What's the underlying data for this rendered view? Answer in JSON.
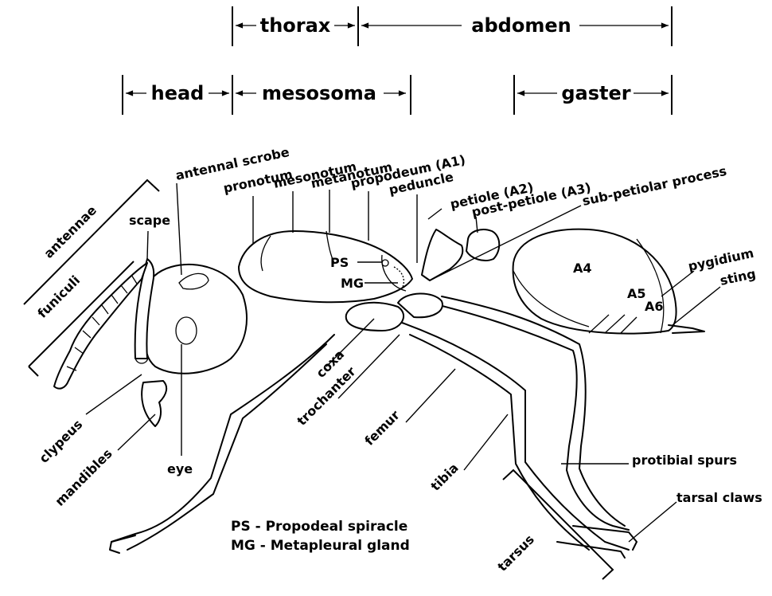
{
  "regions": {
    "thorax": "thorax",
    "abdomen": "abdomen",
    "head": "head",
    "mesosoma": "mesosoma",
    "gaster": "gaster"
  },
  "labels": {
    "antennal_scrobe": "antennal scrobe",
    "pronotum": "pronotum",
    "mesonotum": "mesonotum",
    "metanotum": "metanotum",
    "propodeum": "propodeum (A1)",
    "peduncle": "peduncle",
    "petiole": "petiole (A2)",
    "post_petiole": "post-petiole (A3)",
    "sub_petiolar_process": "sub-petiolar process",
    "antennae": "antennae",
    "funiculi": "funiculi",
    "scape": "scape",
    "ps": "PS",
    "mg": "MG",
    "a4": "A4",
    "a5": "A5",
    "a6": "A6",
    "pygidium": "pygidium",
    "sting": "sting",
    "coxa": "coxa",
    "trochanter": "trochanter",
    "femur": "femur",
    "tibia": "tibia",
    "tarsus": "tarsus",
    "clypeus": "clypeus",
    "mandibles": "mandibles",
    "eye": "eye",
    "protibial_spurs": "protibial spurs",
    "tarsal_claws": "tarsal claws"
  },
  "legend": {
    "line1": "PS - Propodeal spiracle",
    "line2": "MG - Metapleural gland"
  }
}
